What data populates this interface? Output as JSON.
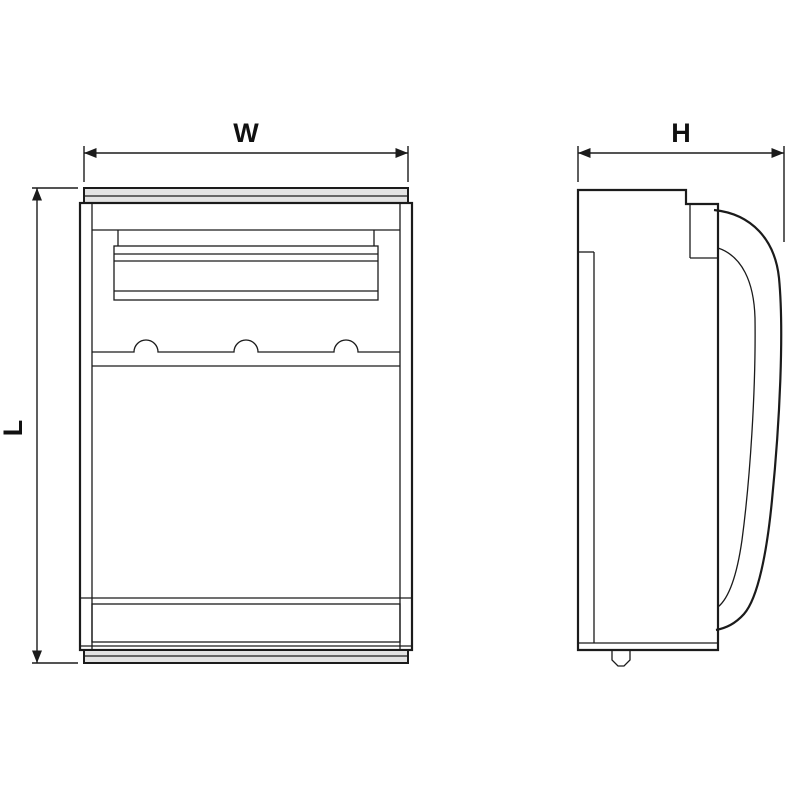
{
  "dimensions": {
    "width_label": "W",
    "height_label": "H",
    "length_label": "L"
  },
  "colors": {
    "line": "#1b1b1b",
    "panel_fill": "#e3e3e3",
    "background": "#ffffff"
  }
}
